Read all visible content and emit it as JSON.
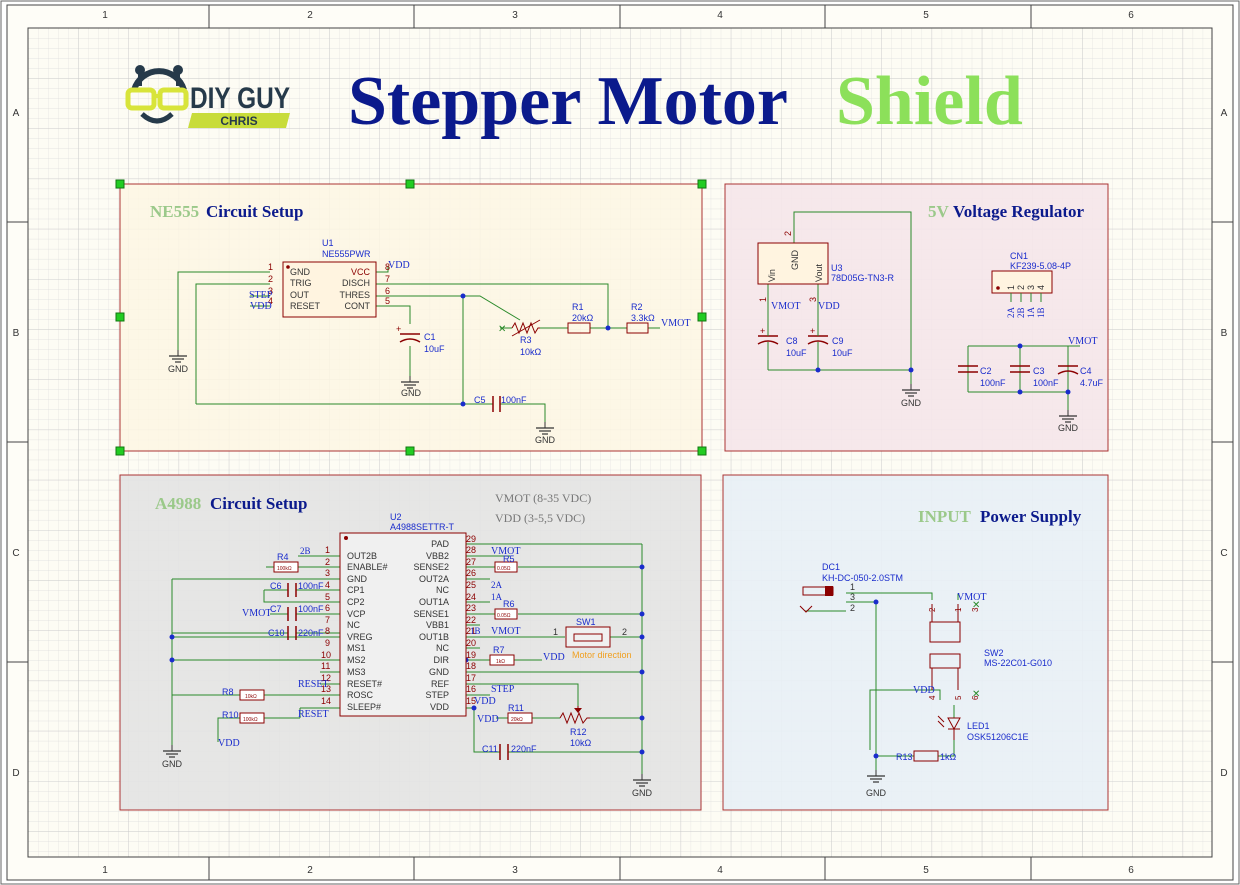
{
  "frame": {
    "columns": [
      "1",
      "2",
      "3",
      "4",
      "5",
      "6"
    ],
    "rows": [
      "A",
      "B",
      "C",
      "D"
    ]
  },
  "logo": {
    "line1": "DIY GUY",
    "line2": "CHRIS"
  },
  "title": {
    "part1": "Stepper Motor",
    "part2": "Shield"
  },
  "colors": {
    "title_blue": "#0b1a8c",
    "title_green": "#8ce05a",
    "wire": "#2a8a2a",
    "part": "#8b0000",
    "net": "#1a2ccc",
    "grid": "#d9d9d9",
    "panel_ne555": "#fdf6e3",
    "panel_reg": "#f5e6ea",
    "panel_a4988": "#e3e3e3",
    "panel_input": "#e8eff6"
  },
  "panels": {
    "ne555": {
      "accent": "NE555",
      "title": "Circuit Setup"
    },
    "reg": {
      "accent": "5V",
      "title": "Voltage Regulator"
    },
    "a4988": {
      "accent": "A4988",
      "title": "Circuit Setup",
      "note1": "VMOT (8-35 VDC)",
      "note2": "VDD (3-5,5 VDC)"
    },
    "input": {
      "accent": "INPUT",
      "title": "Power Supply"
    }
  },
  "ne555": {
    "u1_ref": "U1",
    "u1_part": "NE555PWR",
    "left_pins": [
      {
        "num": "1",
        "name": "GND"
      },
      {
        "num": "2",
        "name": "TRIG"
      },
      {
        "num": "3",
        "name": "OUT"
      },
      {
        "num": "4",
        "name": "RESET"
      }
    ],
    "right_pins": [
      {
        "num": "8",
        "name": "VCC"
      },
      {
        "num": "7",
        "name": "DISCH"
      },
      {
        "num": "6",
        "name": "THRES"
      },
      {
        "num": "5",
        "name": "CONT"
      }
    ],
    "vdd": "VDD",
    "step": "STEP",
    "vdd_in": "VDD",
    "c1_ref": "C1",
    "c1_val": "10uF",
    "r1_ref": "R1",
    "r1_val": "20kΩ",
    "r2_ref": "R2",
    "r2_val": "3.3kΩ",
    "r3_ref": "R3",
    "r3_val": "10kΩ",
    "vmot": "VMOT",
    "c5_ref": "C5",
    "c5_val": "100nF",
    "gnd": "GND"
  },
  "reg": {
    "u3_ref": "U3",
    "u3_part": "78D05G-TN3-R",
    "pin_vin": "Vin",
    "pin_gnd": "GND",
    "pin_vout": "Vout",
    "pin1": "1",
    "pin2": "2",
    "pin3": "3",
    "vmot": "VMOT",
    "vdd": "VDD",
    "c8_ref": "C8",
    "c8_val": "10uF",
    "c9_ref": "C9",
    "c9_val": "10uF",
    "cn1_ref": "CN1",
    "cn1_part": "KF239-5.08-4P",
    "cn1_pins": [
      "1",
      "2",
      "3",
      "4"
    ],
    "cn1_nets": [
      "2A",
      "2B",
      "1A",
      "1B"
    ],
    "c2_ref": "C2",
    "c2_val": "100nF",
    "c3_ref": "C3",
    "c3_val": "100nF",
    "c4_ref": "C4",
    "c4_val": "4.7uF",
    "gnd": "GND"
  },
  "a4988": {
    "u2_ref": "U2",
    "u2_part": "A4988SETTR-T",
    "left_pins": [
      {
        "num": "1",
        "name": "OUT2B"
      },
      {
        "num": "2",
        "name": "ENABLE#"
      },
      {
        "num": "3",
        "name": "GND"
      },
      {
        "num": "4",
        "name": "CP1"
      },
      {
        "num": "5",
        "name": "CP2"
      },
      {
        "num": "6",
        "name": "VCP"
      },
      {
        "num": "7",
        "name": "NC"
      },
      {
        "num": "8",
        "name": "VREG"
      },
      {
        "num": "9",
        "name": "MS1"
      },
      {
        "num": "10",
        "name": "MS2"
      },
      {
        "num": "11",
        "name": "MS3"
      },
      {
        "num": "12",
        "name": "RESET#"
      },
      {
        "num": "13",
        "name": "ROSC"
      },
      {
        "num": "14",
        "name": "SLEEP#"
      }
    ],
    "right_pins": [
      {
        "num": "29",
        "name": "PAD"
      },
      {
        "num": "28",
        "name": "VBB2"
      },
      {
        "num": "27",
        "name": "SENSE2"
      },
      {
        "num": "26",
        "name": "OUT2A"
      },
      {
        "num": "25",
        "name": "NC"
      },
      {
        "num": "24",
        "name": "OUT1A"
      },
      {
        "num": "23",
        "name": "SENSE1"
      },
      {
        "num": "22",
        "name": "VBB1"
      },
      {
        "num": "21",
        "name": "OUT1B"
      },
      {
        "num": "20",
        "name": "NC"
      },
      {
        "num": "19",
        "name": "DIR"
      },
      {
        "num": "18",
        "name": "GND"
      },
      {
        "num": "17",
        "name": "REF"
      },
      {
        "num": "16",
        "name": "STEP"
      },
      {
        "num": "15",
        "name": "VDD"
      }
    ],
    "r4_ref": "R4",
    "r4_val": "100kΩ",
    "r5_ref": "R5",
    "r5_val": "0.05Ω",
    "r6_ref": "R6",
    "r6_val": "0.05Ω",
    "r7_ref": "R7",
    "r7_val": "1kΩ",
    "r8_ref": "R8",
    "r8_val": "10kΩ",
    "r10_ref": "R10",
    "r10_val": "100kΩ",
    "r11_ref": "R11",
    "r11_val": "20kΩ",
    "r12_ref": "R12",
    "r12_val": "10kΩ",
    "c6_ref": "C6",
    "c6_val": "100nF",
    "c7_ref": "C7",
    "c7_val": "100nF",
    "c10_ref": "C10",
    "c10_val": "220nF",
    "c11_ref": "C11",
    "c11_val": "220nF",
    "sw1_ref": "SW1",
    "sw1_label": "Motor direction",
    "sw1_p1": "1",
    "sw1_p2": "2",
    "net_2b": "2B",
    "net_vmot_l": "VMOT",
    "net_reset1": "RESET",
    "net_reset2": "RESET",
    "net_vdd_l": "VDD",
    "net_vmot_r": "VMOT",
    "net_2a": "2A",
    "net_1a": "1A",
    "net_1b": "1B",
    "net_vmot_r2": "VMOT",
    "net_vdd_r7": "VDD",
    "net_step": "STEP",
    "net_vdd_15": "VDD",
    "net_vdd_r11": "VDD",
    "gnd": "GND"
  },
  "input": {
    "dc1_ref": "DC1",
    "dc1_part": "KH-DC-050-2.0STM",
    "dc1_pins": [
      "1",
      "3",
      "2"
    ],
    "sw2_ref": "SW2",
    "sw2_part": "MS-22C01-G010",
    "sw2_pins": [
      "1",
      "2",
      "3",
      "4",
      "5",
      "6"
    ],
    "vmot": "VMOT",
    "vdd": "VDD",
    "led_ref": "LED1",
    "led_part": "OSK51206C1E",
    "r13_ref": "R13",
    "r13_val": "1kΩ",
    "gnd": "GND"
  }
}
